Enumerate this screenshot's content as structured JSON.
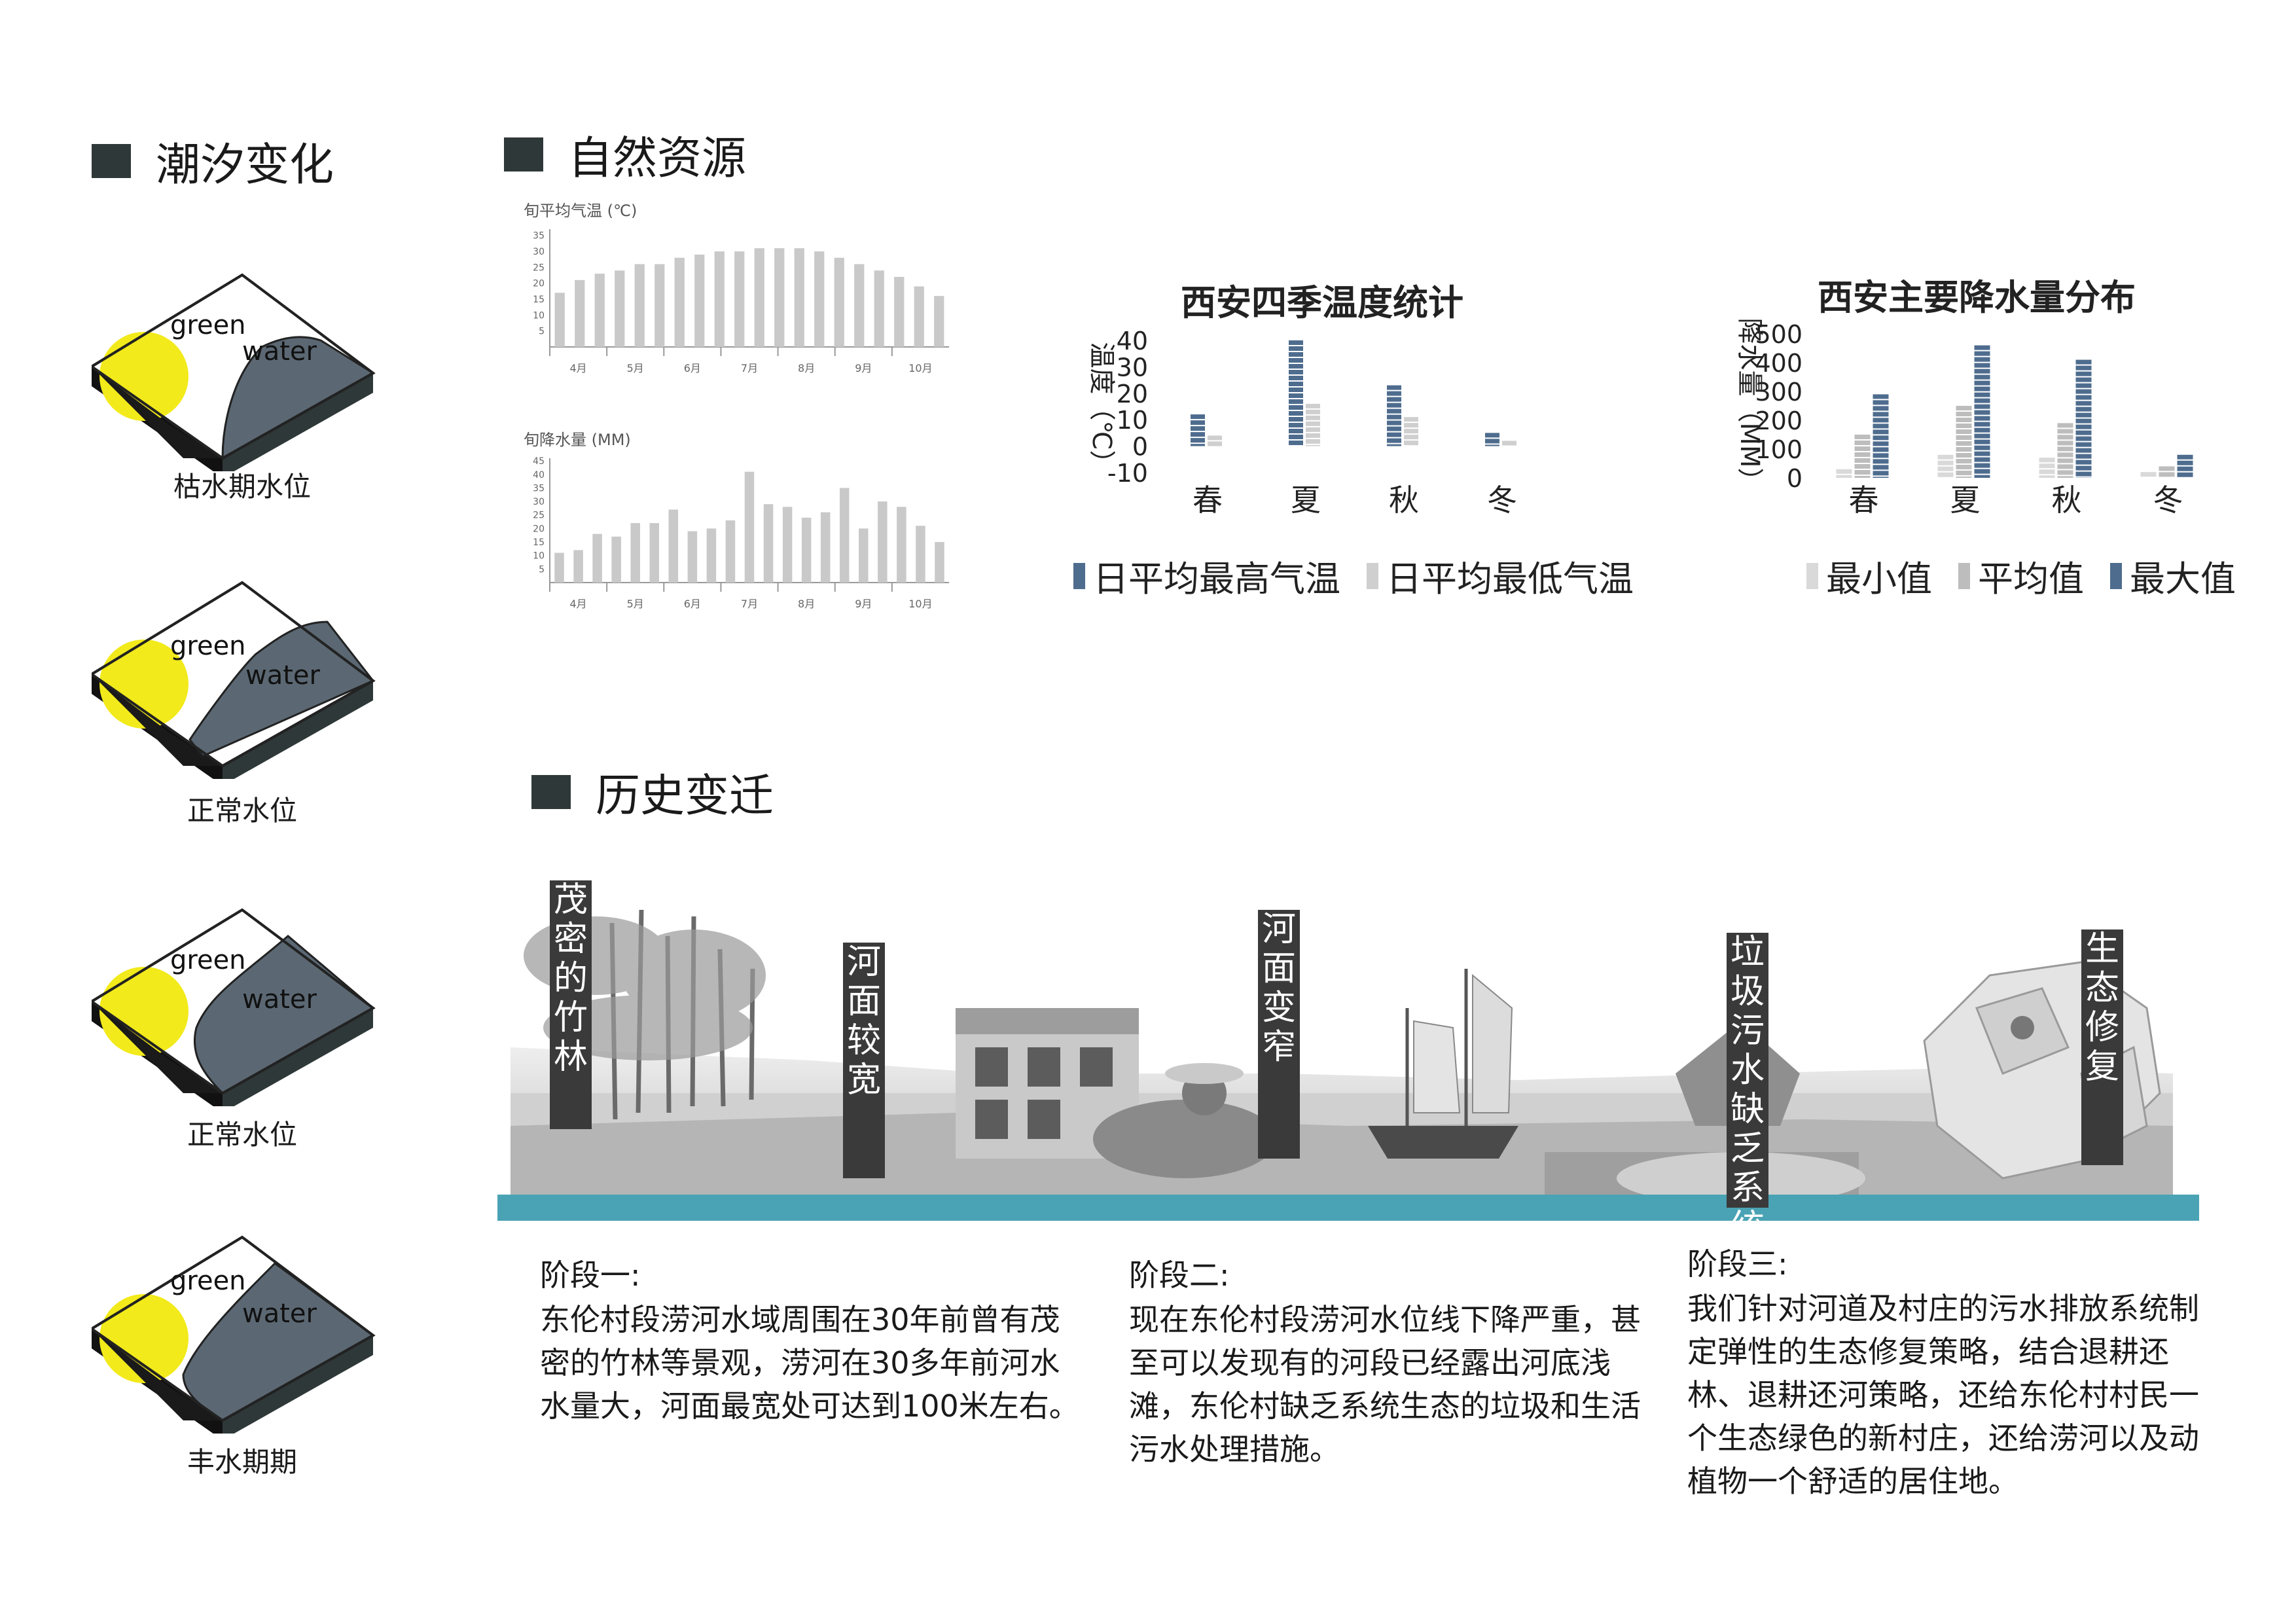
{
  "sections": {
    "tide": "潮汐变化",
    "nature": "自然资源",
    "history": "历史变迁"
  },
  "tiles": [
    {
      "green": "green",
      "water": "water",
      "caption": "枯水期水位"
    },
    {
      "green": "green",
      "water": "water",
      "caption": "正常水位"
    },
    {
      "green": "green",
      "water": "water",
      "caption": "正常水位"
    },
    {
      "green": "green",
      "water": "water",
      "caption": "丰水期期"
    }
  ],
  "colors": {
    "yellow": "#f2ea1a",
    "water": "#5b6873",
    "dark": "#2f3838",
    "blue": "#4e6c8e",
    "grey": "#cfcfcf",
    "river": "#4aa3b4"
  },
  "chart_data": [
    {
      "type": "bar",
      "title": "旬平均气温 (℃)",
      "yticks": [
        5,
        10,
        15,
        20,
        25,
        30,
        35
      ],
      "ylim": [
        0,
        37
      ],
      "months": [
        "4月",
        "5月",
        "6月",
        "7月",
        "8月",
        "9月",
        "10月"
      ],
      "values": [
        17,
        21,
        23,
        24,
        26,
        26,
        28,
        29,
        30,
        30,
        31,
        31,
        31,
        30,
        28,
        26,
        24,
        22,
        19,
        16
      ]
    },
    {
      "type": "bar",
      "title": "旬降水量 (MM)",
      "yticks": [
        5,
        10,
        15,
        20,
        25,
        30,
        35,
        40,
        45
      ],
      "ylim": [
        0,
        46
      ],
      "months": [
        "4月",
        "5月",
        "6月",
        "7月",
        "8月",
        "9月",
        "10月"
      ],
      "values": [
        11,
        12,
        18,
        17,
        22,
        22,
        27,
        19,
        20,
        23,
        41,
        29,
        28,
        24,
        26,
        35,
        20,
        30,
        28,
        21,
        15
      ]
    },
    {
      "type": "bar",
      "title": "西安四季温度统计",
      "ylabel": "温度（℃）",
      "yticks": [
        40,
        30,
        20,
        10,
        0,
        -10
      ],
      "ylim": [
        -12,
        40
      ],
      "categories": [
        "春",
        "夏",
        "秋",
        "冬"
      ],
      "series": [
        {
          "name": "日平均最高气温",
          "values": [
            12,
            40,
            23,
            5
          ]
        },
        {
          "name": "日平均最低气温",
          "values": [
            4,
            16,
            11,
            2
          ]
        }
      ]
    },
    {
      "type": "bar",
      "title": "西安主要降水量分布",
      "ylabel": "降水量（MM）",
      "yticks": [
        500,
        400,
        300,
        200,
        100,
        0
      ],
      "ylim": [
        0,
        500
      ],
      "categories": [
        "春",
        "夏",
        "秋",
        "冬"
      ],
      "series": [
        {
          "name": "最小值",
          "values": [
            30,
            80,
            70,
            20
          ]
        },
        {
          "name": "平均值",
          "values": [
            150,
            250,
            190,
            40
          ]
        },
        {
          "name": "最大值",
          "values": [
            290,
            460,
            410,
            80
          ]
        }
      ]
    }
  ],
  "timeline_labels": [
    "茂密的竹林",
    "河面较宽",
    "河面变窄",
    "垃圾污水缺乏系统处理",
    "生态修复"
  ],
  "stages": [
    {
      "head": "阶段一:",
      "body": "东伦村段涝河水域周围在30年前曾有茂密的竹林等景观，涝河在30多年前河水水量大，河面最宽处可达到100米左右。"
    },
    {
      "head": "阶段二:",
      "body": "现在东伦村段涝河水位线下降严重，甚至可以发现有的河段已经露出河底浅滩，东伦村缺乏系统生态的垃圾和生活污水处理措施。"
    },
    {
      "head": "阶段三:",
      "body": "我们针对河道及村庄的污水排放系统制定弹性的生态修复策略，结合退耕还林、退耕还河策略，还给东伦村村民一个生态绿色的新村庄，还给涝河以及动植物一个舒适的居住地。"
    }
  ]
}
